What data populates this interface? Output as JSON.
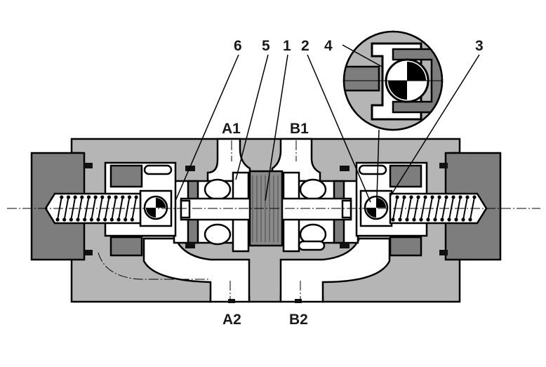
{
  "labels": {
    "num_6": "6",
    "num_5": "5",
    "num_1": "1",
    "num_2": "2",
    "num_4": "4",
    "num_3": "3",
    "port_a1": "A1",
    "port_b1": "B1",
    "port_a2": "A2",
    "port_b2": "B2"
  },
  "colors": {
    "body": "#b5b5b5",
    "end_cap": "#7d7d7d",
    "line": "#000000",
    "background": "#ffffff"
  }
}
